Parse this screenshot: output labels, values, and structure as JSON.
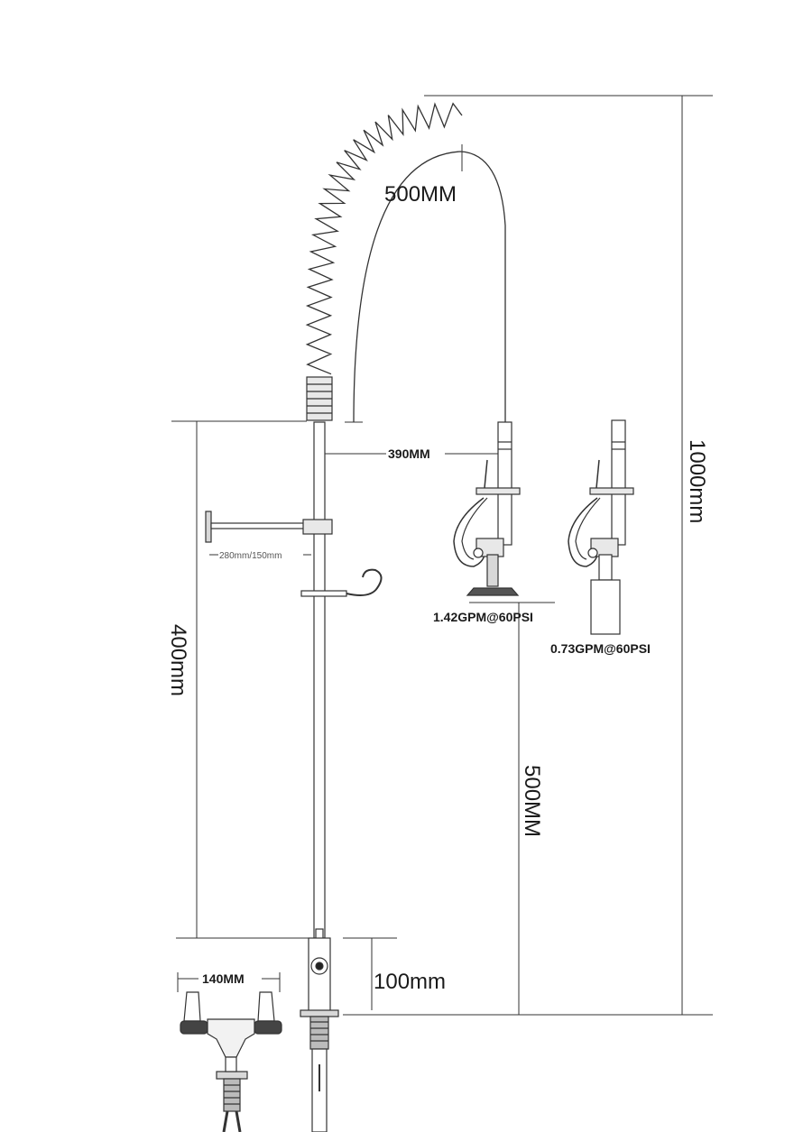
{
  "dimensions": {
    "hose_length": "500MM",
    "reach": "390MM",
    "wall_bracket": "280mm/150mm",
    "column_height": "400mm",
    "total_height": "1000mm",
    "spout_height": "500MM",
    "base_height": "100mm",
    "center_distance": "140MM"
  },
  "spray_valves": {
    "standard_flow": "1.42GPM@60PSI",
    "low_flow": "0.73GPM@60PSI"
  },
  "colors": {
    "line": "#333333",
    "light_line": "#777777",
    "metal": "#d8d8d8",
    "dark_metal": "#555555"
  }
}
